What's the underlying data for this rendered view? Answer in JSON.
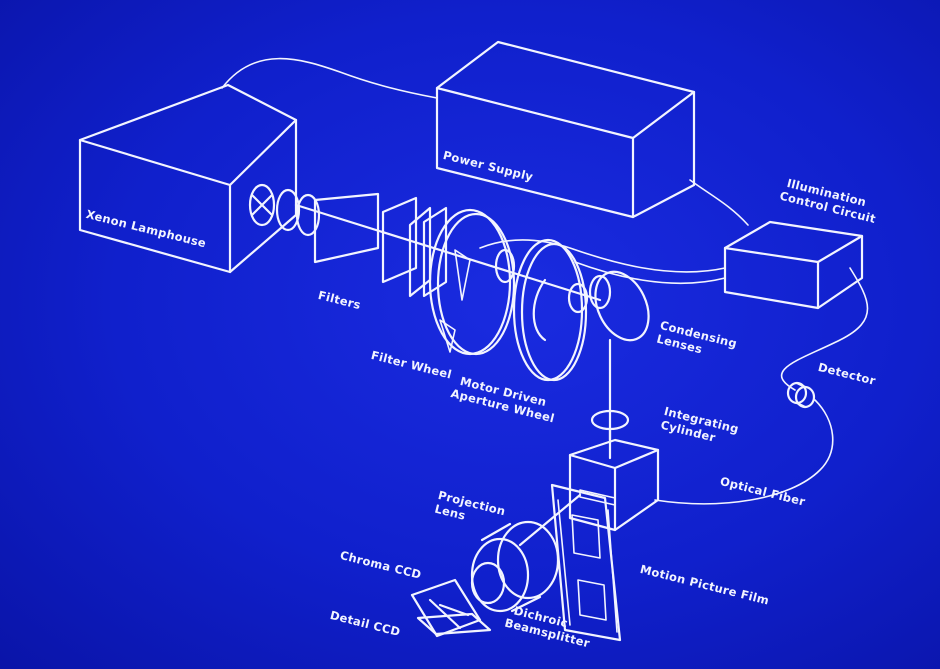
{
  "colors": {
    "background": "#1020cc",
    "line": "#f2f4ff"
  },
  "labels": {
    "xenon_lamphouse": "Xenon Lamphouse",
    "power_supply": "Power Supply",
    "illumination_line1": "Illumination",
    "illumination_line2": "Control Circuit",
    "filters": "Filters",
    "filter_wheel": "Filter Wheel",
    "motor_line1": "Motor Driven",
    "motor_line2": "Aperture Wheel",
    "condensing_line1": "Condensing",
    "condensing_line2": "Lenses",
    "detector": "Detector",
    "integrating_line1": "Integrating",
    "integrating_line2": "Cylinder",
    "optical_fiber": "Optical Fiber",
    "projection_line1": "Projection",
    "projection_line2": "Lens",
    "chroma_ccd": "Chroma CCD",
    "detail_ccd": "Detail CCD",
    "dichroic_line1": "Dichroic",
    "dichroic_line2": "Beamsplitter",
    "motion_picture_film": "Motion Picture Film"
  }
}
